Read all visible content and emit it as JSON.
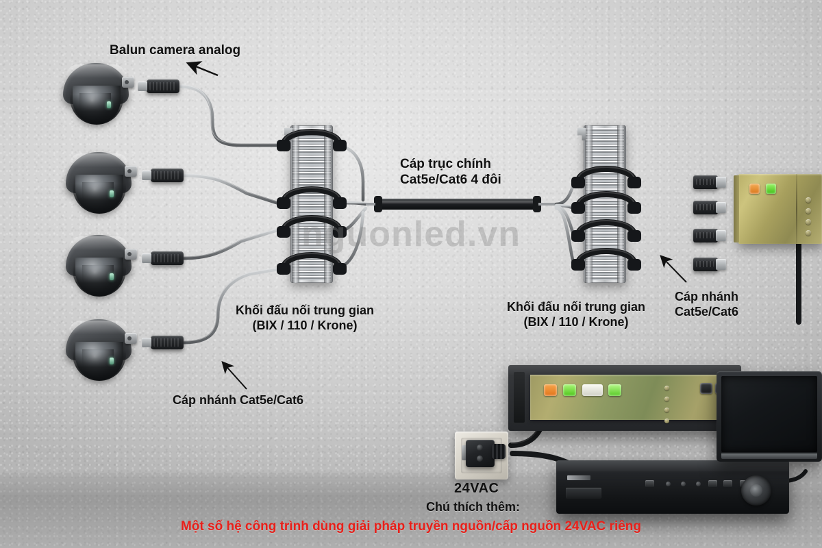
{
  "diagram": {
    "title_watermark": "nguonled.vn",
    "labels": {
      "balun": "Balun camera analog",
      "trunk_cable": "Cáp trục chính\nCat5e/Cat6 4 đôi",
      "block_left": "Khối đấu nối trung gian\n(BIX / 110 / Krone)",
      "block_right": "Khối đấu nối trung gian\n(BIX / 110 / Krone)",
      "branch_right": "Cáp nhánh\nCat5e/Cat6",
      "branch_left": "Cáp nhánh Cat5e/Cat6",
      "outlet": "24VAC",
      "note_heading": "Chú thích thêm:",
      "note_body": "Một số hệ công trình dùng giải pháp truyền nguồn/cấp nguồn 24VAC riêng"
    },
    "colors": {
      "text": "#111111",
      "note_red": "#e8201a",
      "watermark": "rgba(128,128,128,0.34)",
      "led_orange": "#f08a22",
      "led_green": "#5ce02a",
      "led_white": "#f2f2ea",
      "gold_panel": "#a8a05e",
      "device_black": "#1a1c1e",
      "camera_body": "#3a3d40",
      "cable_black": "#1b1d1f",
      "cable_gray": "#9a9da0"
    },
    "devices": {
      "cameras": [
        {
          "name": "camera-1"
        },
        {
          "name": "camera-2"
        },
        {
          "name": "camera-3"
        },
        {
          "name": "camera-4"
        }
      ],
      "baluns": [
        {
          "name": "balun-1"
        },
        {
          "name": "balun-2"
        },
        {
          "name": "balun-3"
        },
        {
          "name": "balun-4"
        }
      ],
      "punchdown_blocks": [
        {
          "name": "punchdown-block-left",
          "jumpers": 4
        },
        {
          "name": "punchdown-block-right",
          "jumpers": 4
        }
      ],
      "rj45_plugs": [
        {
          "name": "rj45-plug-1"
        },
        {
          "name": "rj45-plug-2"
        },
        {
          "name": "rj45-plug-3"
        },
        {
          "name": "rj45-plug-4"
        }
      ],
      "gold_device": {
        "name": "video-balun-hub",
        "leds": [
          "orange",
          "green"
        ],
        "ports": 4
      },
      "rack_device": {
        "name": "rack-power-supply",
        "leds": [
          "orange",
          "green",
          "white",
          "green"
        ],
        "ports": 4
      },
      "dvr": {
        "name": "dvr-recorder"
      },
      "monitor": {
        "name": "lcd-monitor"
      },
      "outlet": {
        "name": "wall-outlet-24vac"
      }
    }
  }
}
